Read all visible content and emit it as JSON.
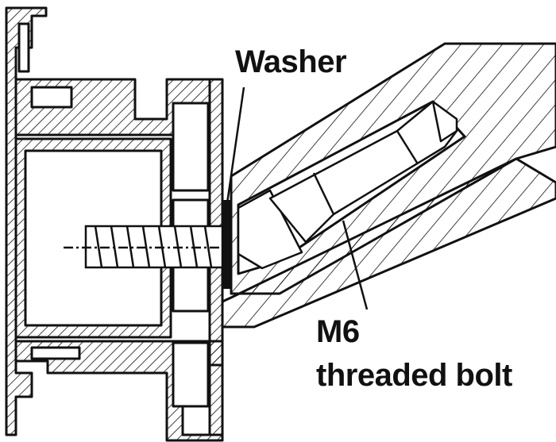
{
  "labels": {
    "washer": "Washer",
    "m6": "M6",
    "threaded_bolt": "threaded bolt"
  },
  "colors": {
    "ink": "#111111",
    "background": "#ffffff"
  }
}
